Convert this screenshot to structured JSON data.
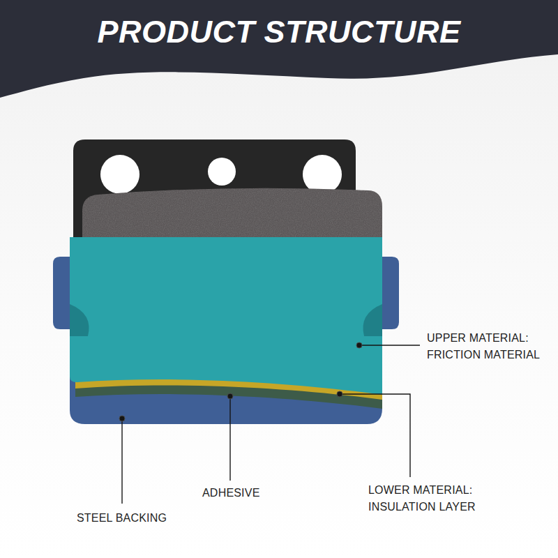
{
  "diagram": {
    "title": "PRODUCT STRUCTURE",
    "labels": [
      "UPPER MATERIAL: FRICTION MATERIAL",
      "LOWER MATERIAL: INSULATION LAYER",
      "ADHESIVE",
      "STEEL BACKING"
    ]
  }
}
